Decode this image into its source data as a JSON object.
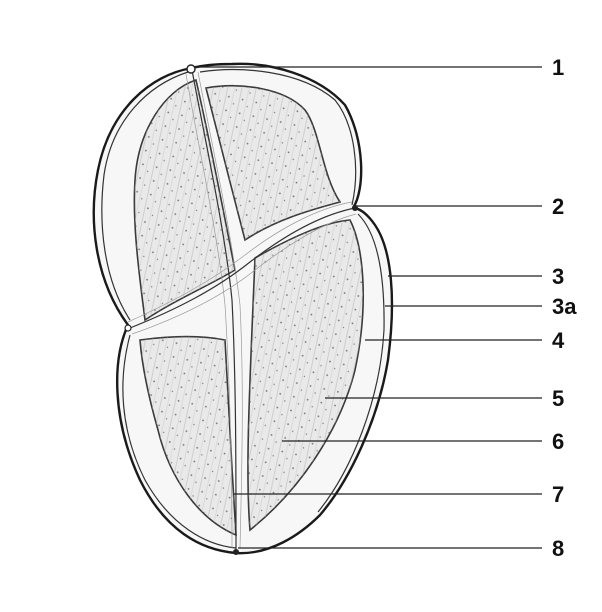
{
  "labels": [
    {
      "text": "1"
    },
    {
      "text": "2"
    },
    {
      "text": "3"
    },
    {
      "text": "3a"
    },
    {
      "text": "4"
    },
    {
      "text": "5"
    },
    {
      "text": "6"
    },
    {
      "text": "7"
    },
    {
      "text": "8"
    }
  ]
}
